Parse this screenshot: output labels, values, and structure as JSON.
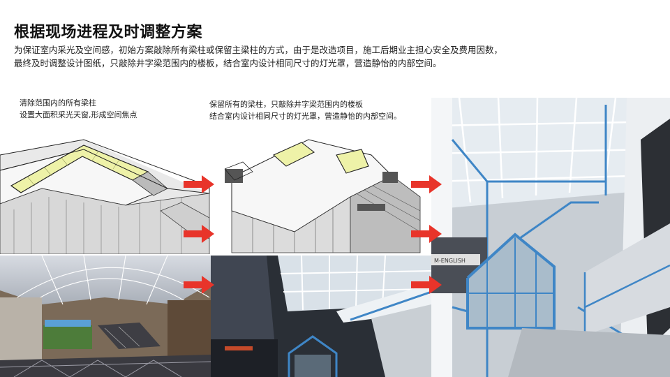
{
  "page": {
    "title": "根据现场进程及时调整方案",
    "intro_lines": [
      "为保证室内采光及空间感，初始方案敲除所有梁柱或保留主梁柱的方式，由于是改造项目，施工后期业主担心安全及费用因数，",
      "最终及时调整设计图纸，只敲除井字梁范围内的楼板，结合室内设计相同尺寸的灯光罩，营造静怡的内部空间。"
    ]
  },
  "options": [
    {
      "caption_lines": [
        "清除范围内的所有梁柱",
        "设置大面积采光天窗,形成空间焦点"
      ]
    },
    {
      "caption_lines": [
        "保留所有的梁柱，只敲除井字梁范围内的楼板",
        "结合室内设计相同尺寸的灯光罩，营造静怡的内部空间。"
      ]
    }
  ],
  "signage": {
    "storefront_text": "M-ENGLISH"
  },
  "colors": {
    "arrow": "#e8342a",
    "skylight_highlight": "#eef2a8",
    "steel_blue": "#3f86c6",
    "background": "#ffffff"
  },
  "icons": [
    "right-arrow-icon"
  ]
}
